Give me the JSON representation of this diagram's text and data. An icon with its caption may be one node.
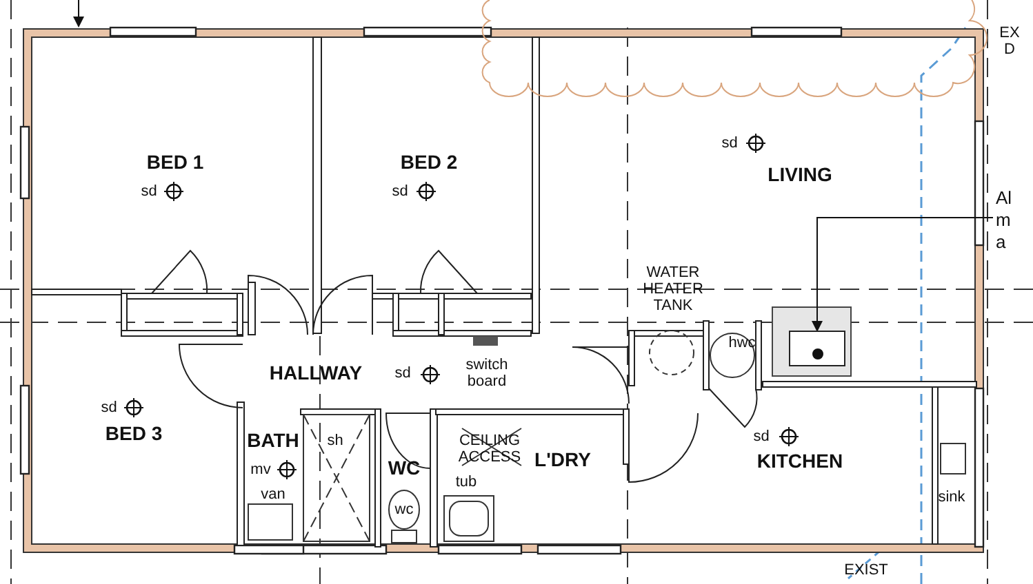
{
  "diagram": {
    "nodes": [
      {
        "text": [
          "Al m a"
        ]
      },
      {
        "text": [],
        "shape": "box"
      }
    ],
    "edges": [
      {
        "from": 0,
        "to": 1,
        "arrow": "to"
      }
    ],
    "labels": [
      "EX D",
      "BED 1",
      "sd",
      "BED 2",
      "sd",
      "sd",
      "LIVING",
      "WATER HEATER TANK",
      "hwc",
      "HALLWAY",
      "sd",
      "switch board",
      "sd",
      "KITCHEN",
      "sd",
      "BED 3",
      "BATH",
      "sh",
      "mv",
      "van",
      "CEILING ACCESS",
      "L'DRY",
      "WC",
      "tub",
      "wc",
      "sink",
      "EXIST"
    ]
  }
}
